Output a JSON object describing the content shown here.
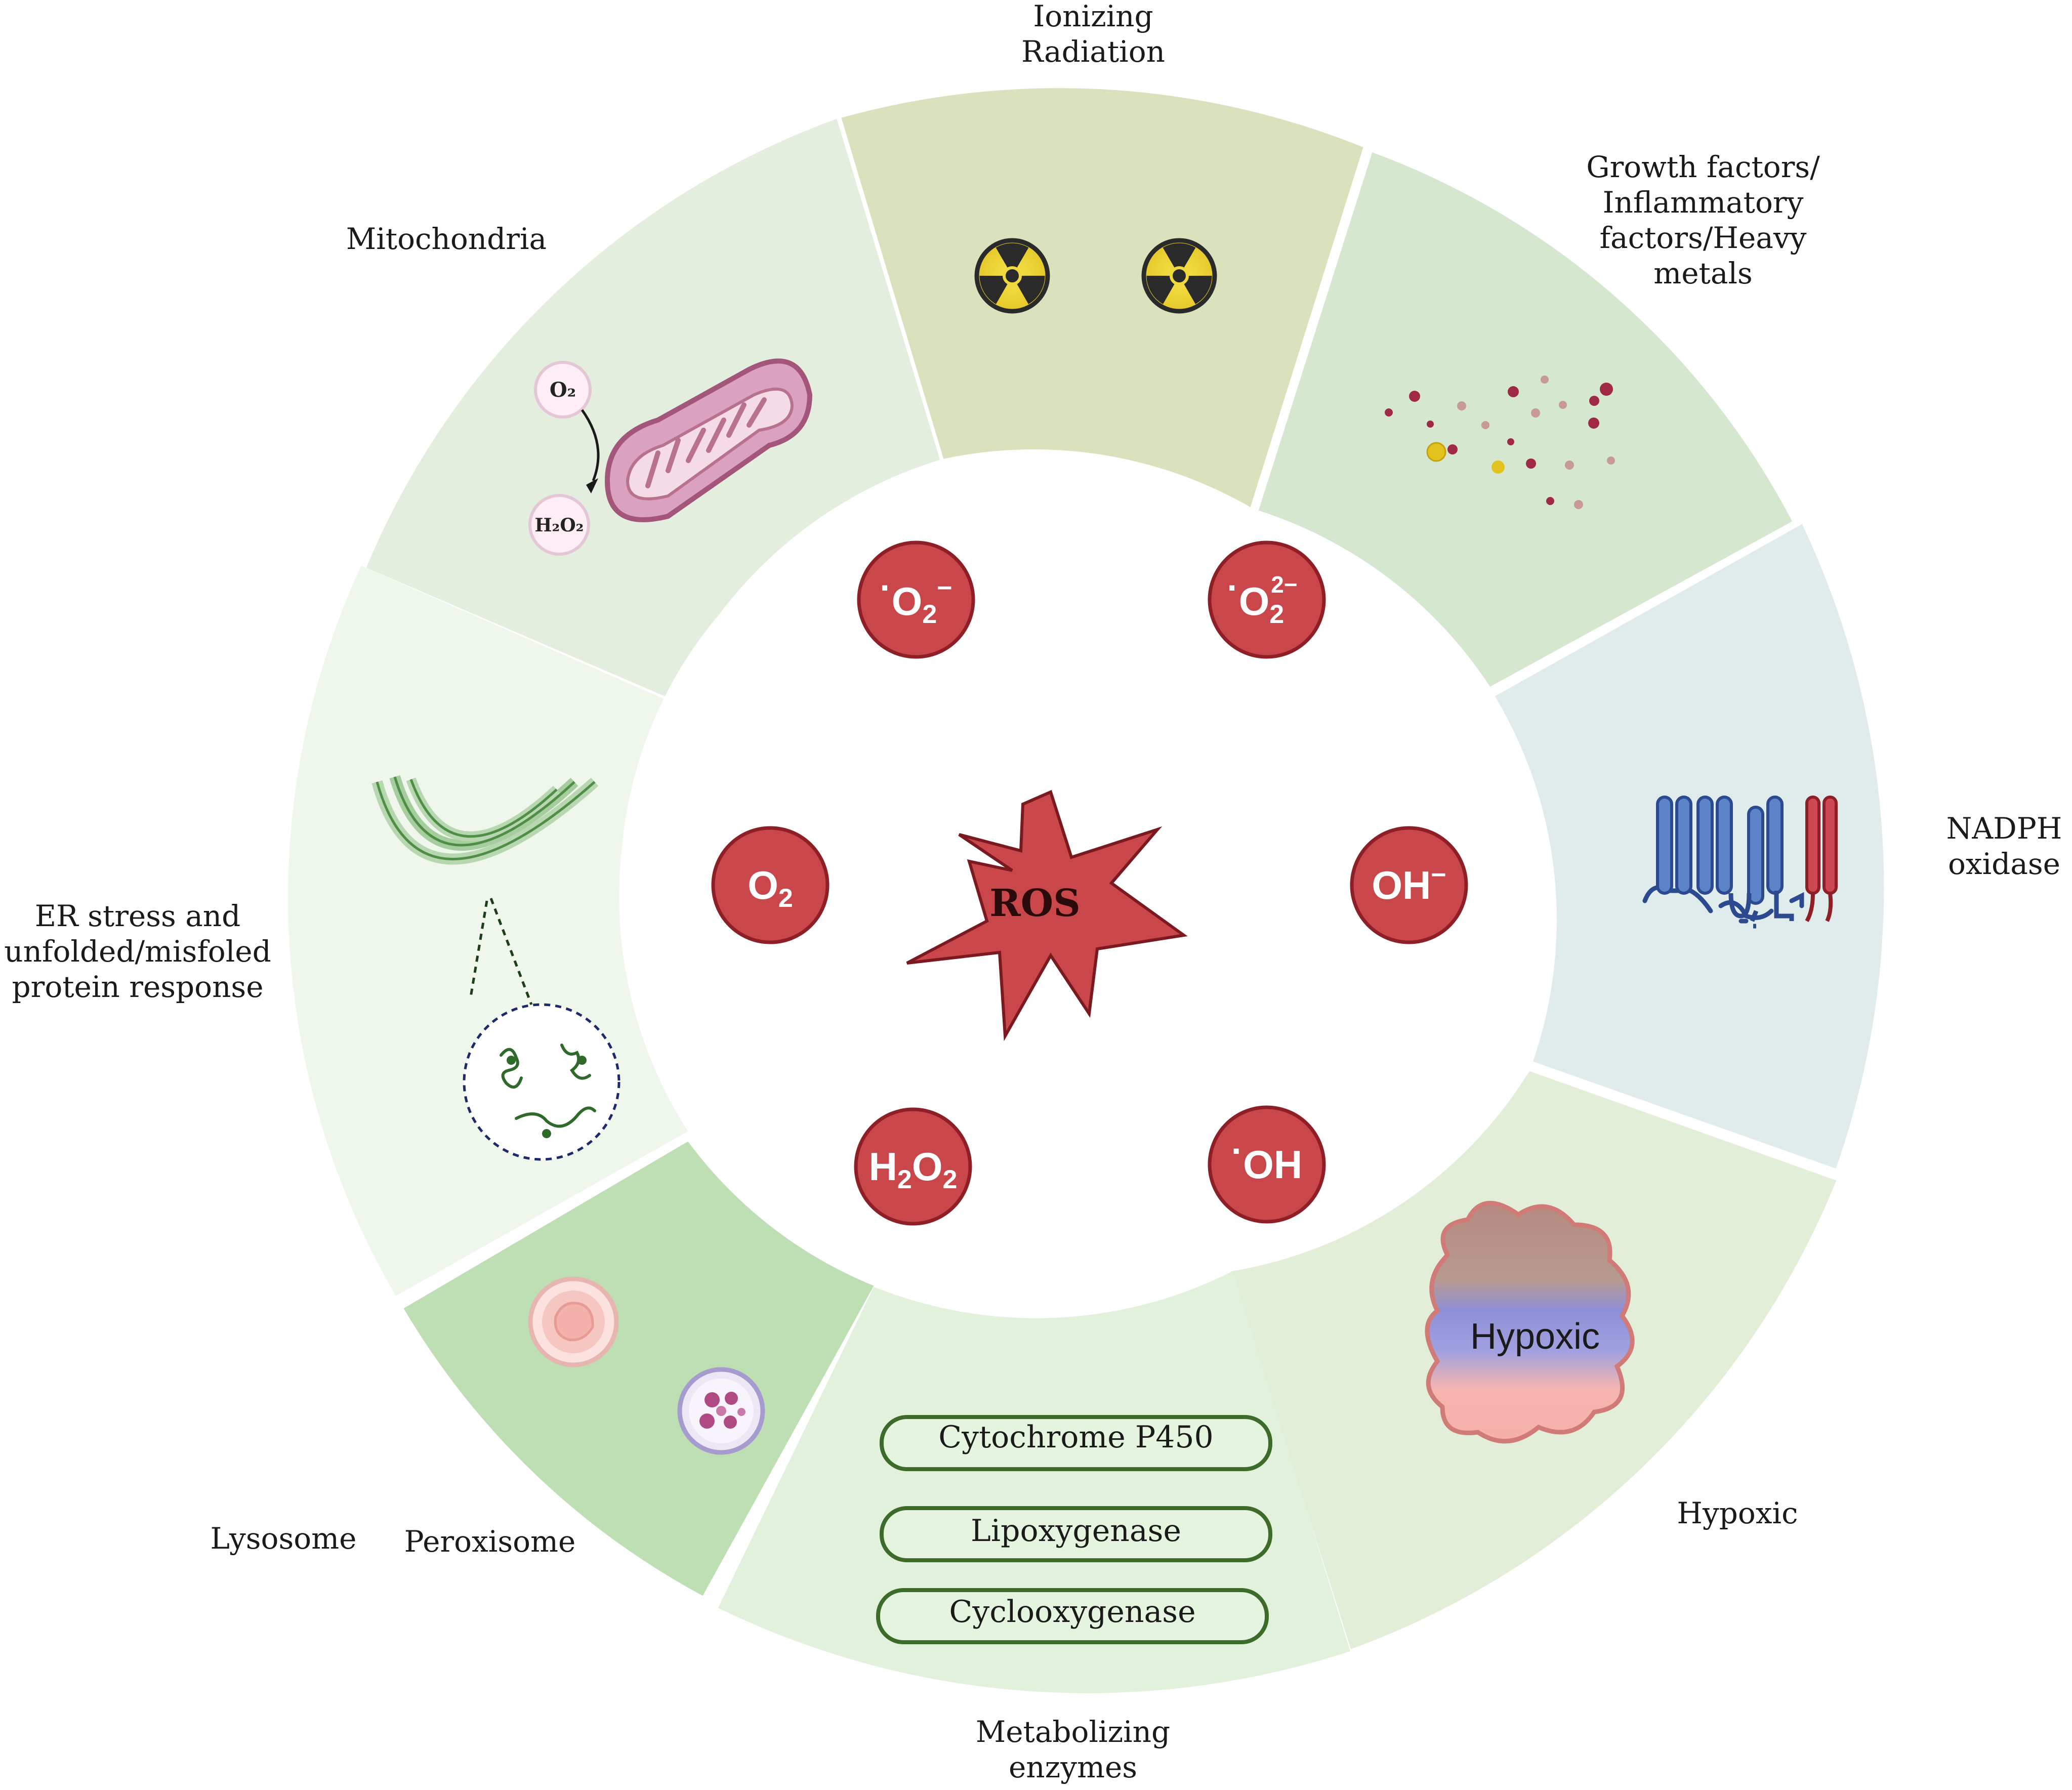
{
  "center": {
    "label": "ROS"
  },
  "species": {
    "superoxide": {
      "base": "O",
      "sub": "2",
      "sup": "−",
      "dot": "·"
    },
    "peroxide": {
      "base": "O",
      "sub": "2",
      "sup": "2−",
      "dot": "·"
    },
    "oxygen": {
      "base": "O",
      "sub": "2"
    },
    "hydroxide": {
      "base": "OH",
      "sup": "−"
    },
    "hydrogen_peroxide": {
      "h": "H",
      "sub1": "2",
      "o": "O",
      "sub2": "2"
    },
    "hydroxyl_radical": {
      "base": "OH",
      "dot": "·"
    }
  },
  "sources": {
    "ionizing_radiation": {
      "line1": "Ionizing",
      "line2": "Radiation"
    },
    "growth_factors": {
      "line1": "Growth factors/",
      "line2": "Inflammatory",
      "line3": "factors/Heavy",
      "line4": "metals"
    },
    "nadph_oxidase": {
      "line1": "NADPH",
      "line2": "oxidase"
    },
    "hypoxic": {
      "label": "Hypoxic",
      "inner_label": "Hypoxic"
    },
    "metabolizing_enzymes": {
      "line1": "Metabolizing",
      "line2": "enzymes",
      "items": [
        "Cytochrome P450",
        "Lipoxygenase",
        "Cyclooxygenase"
      ]
    },
    "lysosome": {
      "label": "Lysosome"
    },
    "peroxisome": {
      "label": "Peroxisome"
    },
    "er_stress": {
      "line1": "ER stress and",
      "line2": "unfolded/misfoled",
      "line3": "protein response"
    },
    "mitochondria": {
      "label": "Mitochondria",
      "o2": "O₂",
      "h2o2": "H₂O₂"
    }
  },
  "colors": {
    "species_fill": "#c9464b",
    "species_stroke": "#8e1f27",
    "star_fill": "#c9464b",
    "enzyme_box_stroke": "#3c6b2a"
  }
}
